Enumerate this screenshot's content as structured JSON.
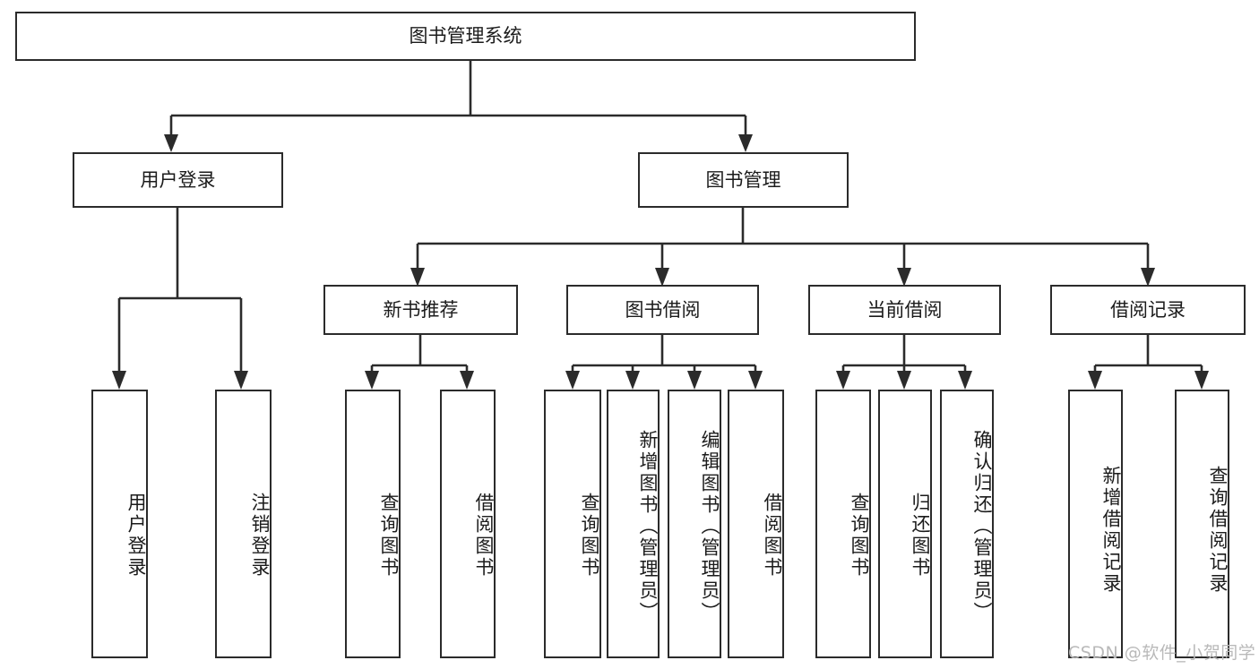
{
  "diagram": {
    "type": "tree-hierarchy-chart",
    "title": "图书管理系统",
    "watermark": "CSDN @软件_小贺同学",
    "colors": {
      "stroke": "#2b2b2b",
      "fill": "#ffffff",
      "text": "#1b1b1b",
      "watermark": "#b9b9b9"
    },
    "root": {
      "label": "图书管理系统"
    },
    "level2": [
      {
        "label": "用户登录"
      },
      {
        "label": "图书管理"
      }
    ],
    "level3": [
      {
        "label": "新书推荐"
      },
      {
        "label": "图书借阅"
      },
      {
        "label": "当前借阅"
      },
      {
        "label": "借阅记录"
      }
    ],
    "leaves": {
      "user_login": [
        {
          "label": "用户登录"
        },
        {
          "label": "注销登录"
        }
      ],
      "new_book_recommend": [
        {
          "label": "查询图书"
        },
        {
          "label": "借阅图书"
        }
      ],
      "book_borrow": [
        {
          "label": "查询图书"
        },
        {
          "label": "新增图书（管理员）"
        },
        {
          "label": "编辑图书（管理员）"
        },
        {
          "label": "借阅图书"
        }
      ],
      "current_borrow": [
        {
          "label": "查询图书"
        },
        {
          "label": "归还图书"
        },
        {
          "label": "确认归还（管理员）"
        }
      ],
      "borrow_record": [
        {
          "label": "新增借阅记录"
        },
        {
          "label": "查询借阅记录"
        }
      ]
    }
  }
}
